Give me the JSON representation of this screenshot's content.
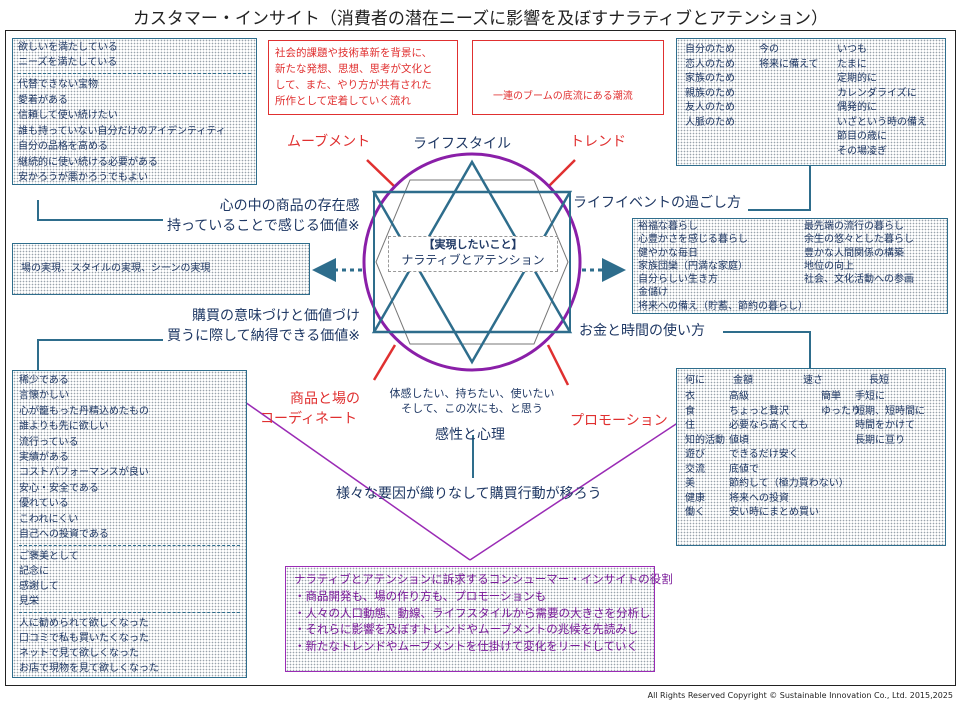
{
  "title": "カスタマー・インサイト（消費者の潜在ニーズに影響を及ぼすナラティブとアテンション）",
  "copyright": "All Rights Reserved Copyright © Sustainable Innovation Co., Ltd. 2015,2025",
  "center": {
    "bracket": "【実現したいこと】",
    "narrative": "ナラティブとアテンション"
  },
  "labels": {
    "lifestyle": "ライフスタイル",
    "movement": "ムーブメント",
    "trend": "トレンド",
    "life_event": "ライフイベントの過ごし方",
    "money_time": "お金と時間の使い方",
    "promotion": "プロモーション",
    "coordinate_line1": "商品と場の",
    "coordinate_line2": "コーディネート",
    "feel_line1": "体感したい、持ちたい、使いたい",
    "feel_line2": "そして、この次にも、と思う",
    "kansei": "感性と心理",
    "various": "様々な要因が織りなして購買行動が移ろう",
    "heart_line1": "心の中の商品の存在感",
    "heart_line2": "持っていることで感じる価値※",
    "purchase_line1": "購買の意味づけと価値づけ",
    "purchase_line2": "買うに際して納得できる価値※"
  },
  "movement_box": [
    "社会的課題や技術革新を背景に、",
    "新たな発想、思想、思考が文化と",
    "して、また、やり方が共有された",
    "所作として定着していく流れ"
  ],
  "trend_box": [
    "一連のブームの底流にある潮流"
  ],
  "box_top_left": {
    "group1": [
      "欲しいを満たしている",
      "ニーズを満たしている"
    ],
    "group2": [
      "代替できない宝物",
      "愛着がある",
      "信頼して使い続けたい",
      "誰も持っていない自分だけのアイデンティティ",
      "自分の品格を高める",
      "継続的に使い続ける必要がある",
      "安かろうが悪かろうでもよい"
    ]
  },
  "box_mid_left": [
    "場の実現、スタイルの実現、シーンの実現"
  ],
  "box_bottom_left": {
    "group1": [
      "稀少である",
      "言懐かしい",
      "心が籠もった丹精込めたもの",
      "誰よりも先に欲しい",
      "流行っている",
      "実績がある",
      "コストパフォーマンスが良い",
      "安心・安全である",
      "優れている",
      "こわれにくい",
      "自己への投資である"
    ],
    "group2": [
      "ご褒美として",
      "記念に",
      "感謝して",
      "見栄"
    ],
    "group3": [
      "人に勧められて欲しくなった",
      "口コミで私も買いたくなった",
      "ネットで見て欲しくなった",
      "お店で現物を見て欲しくなった"
    ]
  },
  "box_top_right": [
    [
      "自分のため",
      "今の",
      "いつも"
    ],
    [
      "恋人のため",
      "将来に備えて",
      "たまに"
    ],
    [
      "家族のため",
      "",
      "定期的に"
    ],
    [
      "親族のため",
      "",
      "カレンダライズに"
    ],
    [
      "友人のため",
      "",
      "偶発的に"
    ],
    [
      "人脈のため",
      "",
      "いざという時の備え"
    ],
    [
      "",
      "",
      "節目の歳に"
    ],
    [
      "",
      "",
      "その場凌ぎ"
    ]
  ],
  "box_mid_right": [
    [
      "裕福な暮らし",
      "最先端の流行の暮らし"
    ],
    [
      "心豊かさを感じる暮らし",
      "余生の悠々とした暮らし"
    ],
    [
      "健やかな毎日",
      "豊かな人間関係の構築"
    ],
    [
      "家族団欒（円満な家庭）",
      "地位の向上"
    ],
    [
      "自分らしい生き方",
      "社会、文化活動への参画"
    ],
    [
      "金儲け",
      ""
    ],
    [
      "将来への備え（貯蓄、節約の暮らし）",
      ""
    ]
  ],
  "box_bottom_right": {
    "headers": [
      "何に",
      "金額",
      "速さ",
      "長短"
    ],
    "col1": [
      "衣",
      "食",
      "住",
      "知的活動",
      "遊び",
      "交流",
      "美",
      "健康",
      "働く"
    ],
    "col2": [
      "高級",
      "ちょっと贅沢",
      "必要なら高くても",
      "値頃",
      "できるだけ安く",
      "底値で",
      "節約して（極力買わない）",
      "将来への投資",
      "安い時にまとめ買い"
    ],
    "col3": [
      "簡単",
      "ゆったり"
    ],
    "col4": [
      "手短に",
      "短期、短時間に",
      "時間をかけて",
      "長期に亘り"
    ]
  },
  "bottom_box": {
    "heading": "ナラティブとアテンションに訴求するコンシューマー・インサイトの役割",
    "items": [
      "・商品開発も、場の作り方も、プロモーションも",
      "・人々の人口動態、動線、ライフスタイルから需要の大きさを分析し",
      "・それらに影響を及ぼすトレンドやムーブメントの兆候を先読みし",
      "・新たなトレンドやムーブメントを仕掛けて変化をリードしていく"
    ]
  },
  "colors": {
    "blue": "#2e6d8c",
    "red": "#e03030",
    "purple": "#9a2bb5",
    "text": "#1f3864"
  }
}
